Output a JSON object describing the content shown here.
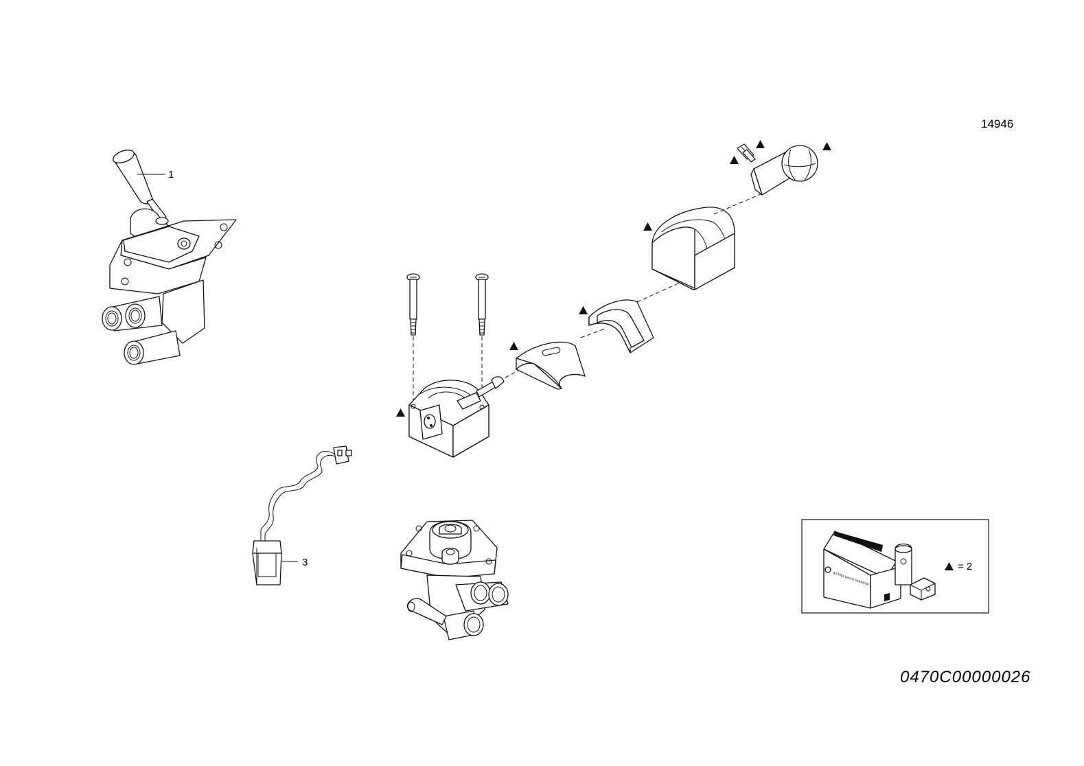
{
  "drawing_number": "14946",
  "document_code": "0470C00000026",
  "callouts": {
    "item_1": "1",
    "item_3": "3"
  },
  "legend": {
    "symbol": "▲",
    "text": "= 2",
    "box_brand": "ASTRA Veicoli Industriali"
  },
  "kit_marker": "▲",
  "icons": {
    "kit_marker": "filled-triangle",
    "legend_box": "kit-package-illustration"
  }
}
